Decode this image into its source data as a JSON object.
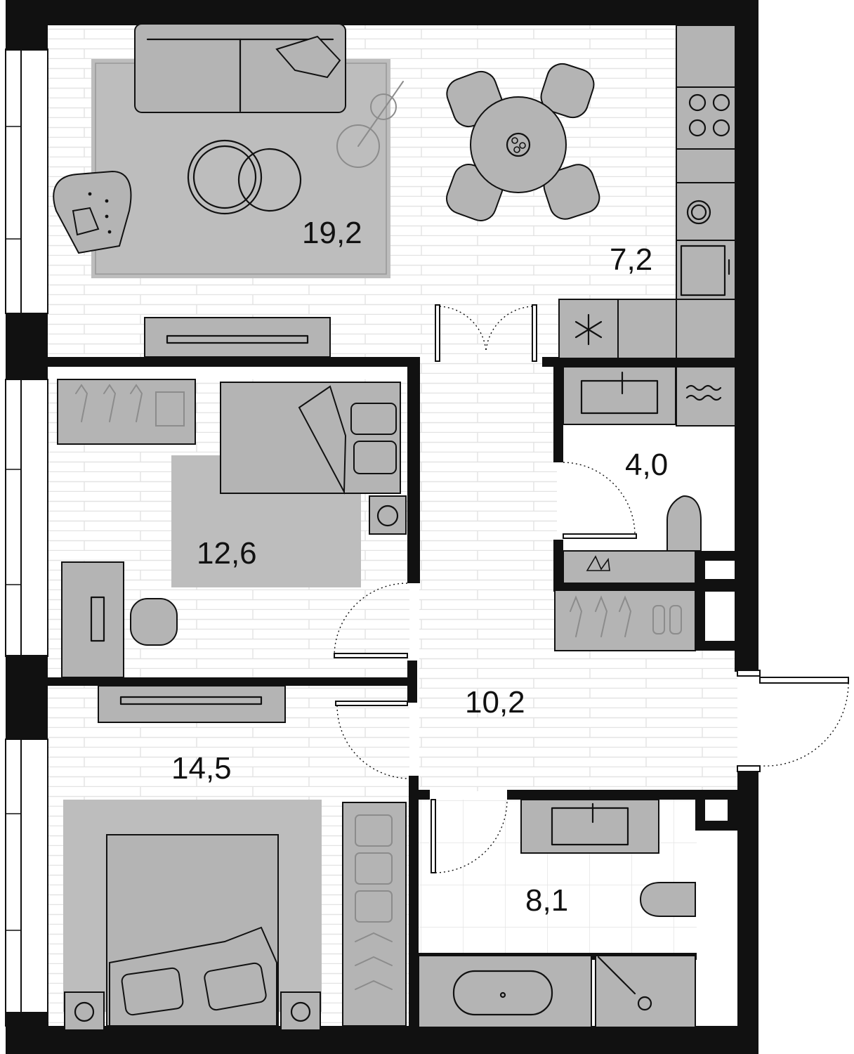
{
  "plan": {
    "rooms": [
      {
        "id": "living-room",
        "area": "19,2"
      },
      {
        "id": "kitchen",
        "area": "7,2"
      },
      {
        "id": "bedroom-small",
        "area": "12,6"
      },
      {
        "id": "wc",
        "area": "4,0"
      },
      {
        "id": "hallway",
        "area": "10,2"
      },
      {
        "id": "bedroom-master",
        "area": "14,5"
      },
      {
        "id": "bathroom",
        "area": "8,1"
      }
    ],
    "colors": {
      "wall": "#111111",
      "furniture": "#b4b4b4",
      "floor_line": "#e2e2e2",
      "background": "#ffffff"
    }
  }
}
